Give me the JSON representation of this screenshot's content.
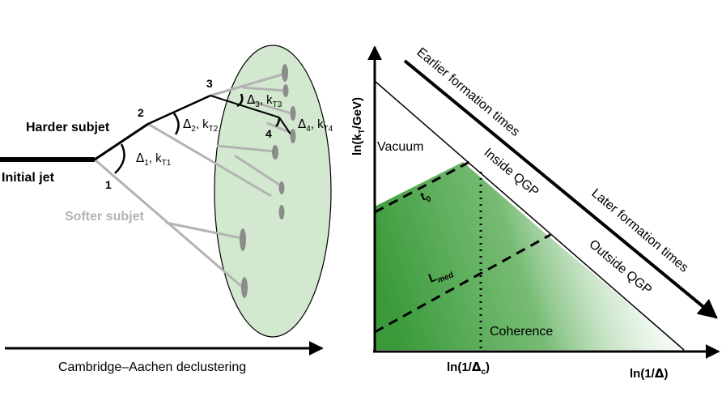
{
  "left_panel": {
    "initial_jet": "Initial jet",
    "harder_subjet": "Harder subjet",
    "softer_subjet": "Softer subjet",
    "split_numbers": [
      "1",
      "2",
      "3",
      "4"
    ],
    "splittings": [
      {
        "delta": "Δ",
        "sub": "1",
        "kt": "k",
        "kt_sub": "T1"
      },
      {
        "delta": "Δ",
        "sub": "2",
        "kt": "k",
        "kt_sub": "T2"
      },
      {
        "delta": "Δ",
        "sub": "3",
        "kt": "k",
        "kt_sub": "T3"
      },
      {
        "delta": "Δ",
        "sub": "4",
        "kt": "k",
        "kt_sub": "T4"
      }
    ],
    "declustering": "Cambridge–Aachen declustering",
    "colors": {
      "medium_fill": "#d3e9cf",
      "soft_branch": "#b3b3b3",
      "particle": "#8c8c8c"
    }
  },
  "right_panel": {
    "y_axis": {
      "pre": "ln(k",
      "sub": "T",
      "post": "/GeV)"
    },
    "x_axis": {
      "pre": "ln(1/",
      "delta": "Δ",
      "post": ")"
    },
    "x_mark": {
      "pre": "ln(1/",
      "delta": "Δ",
      "sub": "c",
      "post": ")"
    },
    "regions": {
      "vacuum": "Vacuum",
      "inside_qgp": "Inside QGP",
      "outside_qgp": "Outside QGP",
      "coherence": "Coherence"
    },
    "lines": {
      "t0": {
        "main": "t",
        "sub": "0"
      },
      "lmed": {
        "main": "L",
        "sub": "med"
      }
    },
    "arrow_labels": {
      "earlier": "Earlier formation times",
      "later": "Later formation times"
    },
    "colors": {
      "gradient_dark": "#3a9a3a",
      "gradient_light": "#ffffff"
    }
  }
}
